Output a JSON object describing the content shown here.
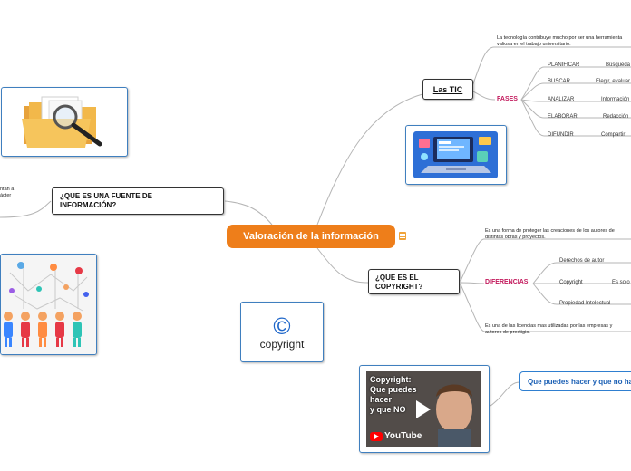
{
  "central": {
    "title": "Valoración de la información"
  },
  "colors": {
    "central": "#ee7e1a",
    "accent_label": "#c2185b",
    "link": "#1a5fb4"
  },
  "tic": {
    "title": "Las TIC",
    "description_line1": "La tecnología contribuye mucho por ser una herramienta",
    "description_line2": "valiosa en el trabajo universitario.",
    "fases_label": "FASES",
    "phases": [
      {
        "name": "PLANIFICAR",
        "detail": "Búsqueda"
      },
      {
        "name": "BUSCAR",
        "detail": "Elegir, evaluar"
      },
      {
        "name": "ANALIZAR",
        "detail": "Información"
      },
      {
        "name": "ELABORAR",
        "detail": "Redacción"
      },
      {
        "name": "DIFUNDIR",
        "detail": "Compartir"
      }
    ]
  },
  "fuente": {
    "title_line1": "¿QUE ES UNA FUENTE DE",
    "title_line2": "INFORMACIÓN?",
    "side_text_line1": "ntan a",
    "side_text_line2": "ácter"
  },
  "copyright": {
    "title_line1": "¿QUE ES EL",
    "title_line2": "COPYRIGHT?",
    "description_line1": "Es una forma de proteger las creaciones de los autores de",
    "description_line2": "distintas obras y proyectos.",
    "diferencias_label": "DIFERENCIAS",
    "items": [
      {
        "name": "Derechos de autor",
        "detail": ""
      },
      {
        "name": "Copyright",
        "detail": "Es solo"
      },
      {
        "name": "Propiedad Intelectual",
        "detail": ""
      }
    ],
    "licencias_line1": "Es una de las licencias mas utilizadas por las empresas y",
    "licencias_line2": "autores de prestigio.",
    "logo_text": "copyright",
    "logo_symbol": "©"
  },
  "video": {
    "title_line1": "Copyright:",
    "title_line2": "Que puedes",
    "title_line3": "hacer",
    "title_line4": "y que NO",
    "brand": "YouTube",
    "link_text": "Que puedes hacer y que no ha"
  }
}
